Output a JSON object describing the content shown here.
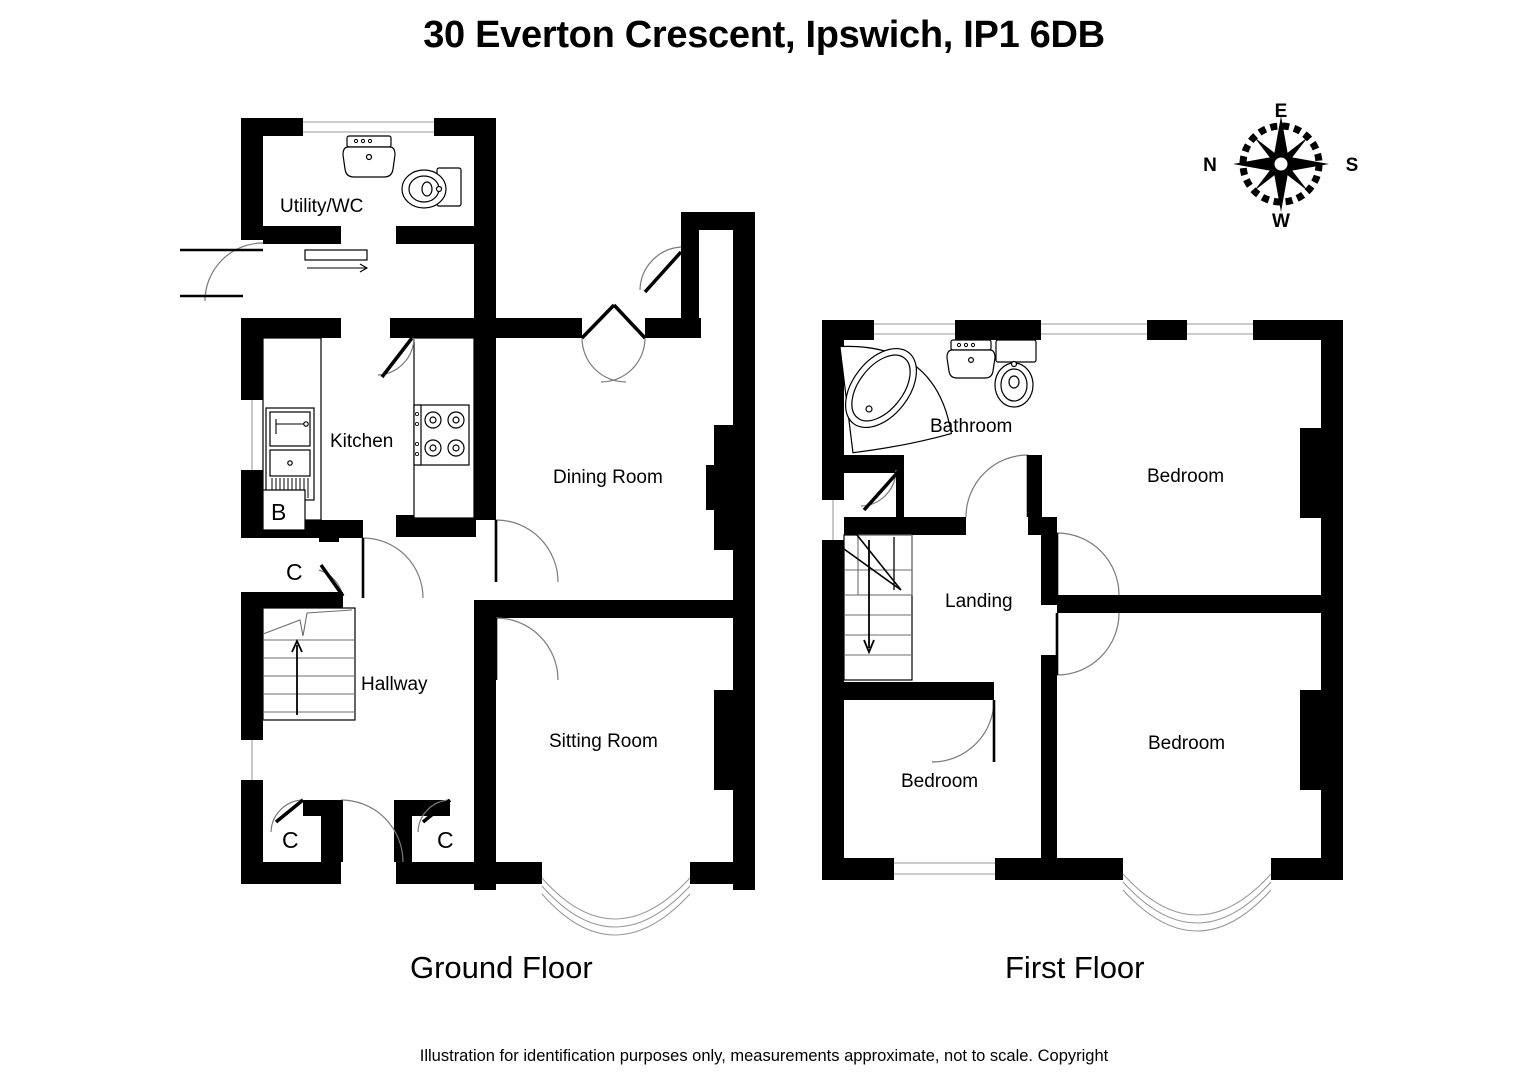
{
  "header": {
    "title": "30 Everton Crescent, Ipswich, IP1 6DB"
  },
  "compass": {
    "name": "compass-rose",
    "top_label": "E",
    "left_label": "N",
    "right_label": "S",
    "bottom_label": "W"
  },
  "floors": [
    {
      "id": "ground",
      "caption": "Ground Floor",
      "rooms": [
        {
          "name": "utility-wc",
          "label": "Utility/WC"
        },
        {
          "name": "kitchen",
          "label": "Kitchen"
        },
        {
          "name": "dining-room",
          "label": "Dining Room"
        },
        {
          "name": "sitting-room",
          "label": "Sitting Room"
        },
        {
          "name": "hallway",
          "label": "Hallway"
        }
      ],
      "markers": [
        {
          "name": "boiler-marker",
          "label": "B"
        },
        {
          "name": "cupboard-marker-1",
          "label": "C"
        },
        {
          "name": "cupboard-marker-2",
          "label": "C"
        },
        {
          "name": "cupboard-marker-3",
          "label": "C"
        }
      ]
    },
    {
      "id": "first",
      "caption": "First Floor",
      "rooms": [
        {
          "name": "bathroom",
          "label": "Bathroom"
        },
        {
          "name": "bedroom-1",
          "label": "Bedroom"
        },
        {
          "name": "bedroom-2",
          "label": "Bedroom"
        },
        {
          "name": "bedroom-3",
          "label": "Bedroom"
        },
        {
          "name": "landing",
          "label": "Landing"
        }
      ]
    }
  ],
  "footer": {
    "note": "Illustration for identification purposes only, measurements approximate, not to scale. Copyright"
  },
  "colors": {
    "wall": "#000000",
    "background": "#ffffff",
    "fixture_stroke": "#000000",
    "door_arc": "#7a7a7a"
  }
}
